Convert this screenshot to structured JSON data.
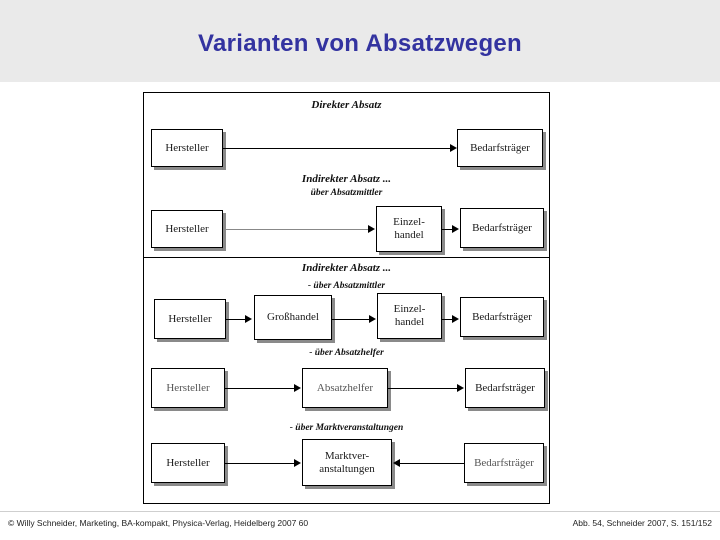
{
  "slide": {
    "title": "Varianten von Absatzwegen"
  },
  "footer": {
    "left": "© Willy Schneider, Marketing, BA-kompakt, Physica-Verlag, Heidelberg 2007  60",
    "right": "Abb. 54, Schneider 2007, S. 151/152"
  },
  "diagram": {
    "sections": [
      {
        "id": "direkter-absatz",
        "title": "Direkter Absatz",
        "subtitle": "",
        "nodes": [
          {
            "label": "Hersteller"
          },
          {
            "label": "Bedarfsträger"
          }
        ]
      },
      {
        "id": "indirekter-absatz-absatzmittler",
        "title": "Indirekter Absatz ...",
        "subtitle": "über Absatzmittler",
        "nodes": [
          {
            "label": "Hersteller"
          },
          {
            "label_line1": "Einzel-",
            "label_line2": "handel"
          },
          {
            "label": "Bedarfsträger"
          }
        ]
      },
      {
        "id": "indirekter-absatz-absatzmittler-2",
        "title": "Indirekter Absatz ...",
        "subtitle": "- über Absatzmittler",
        "nodes": [
          {
            "label": "Hersteller"
          },
          {
            "label": "Großhandel"
          },
          {
            "label_line1": "Einzel-",
            "label_line2": "handel"
          },
          {
            "label": "Bedarfsträger"
          }
        ]
      },
      {
        "id": "indirekter-absatz-absatzhelfer",
        "title": "",
        "subtitle": "- über Absatzhelfer",
        "nodes": [
          {
            "label": "Hersteller"
          },
          {
            "label": "Absatzhelfer"
          },
          {
            "label": "Bedarfsträger"
          }
        ]
      },
      {
        "id": "indirekter-absatz-marktveranstaltungen",
        "title": "",
        "subtitle": "- über Marktveranstaltungen",
        "nodes": [
          {
            "label": "Hersteller"
          },
          {
            "label_line1": "Marktver-",
            "label_line2": "anstaltungen"
          },
          {
            "label": "Bedarfsträger"
          }
        ]
      }
    ]
  }
}
